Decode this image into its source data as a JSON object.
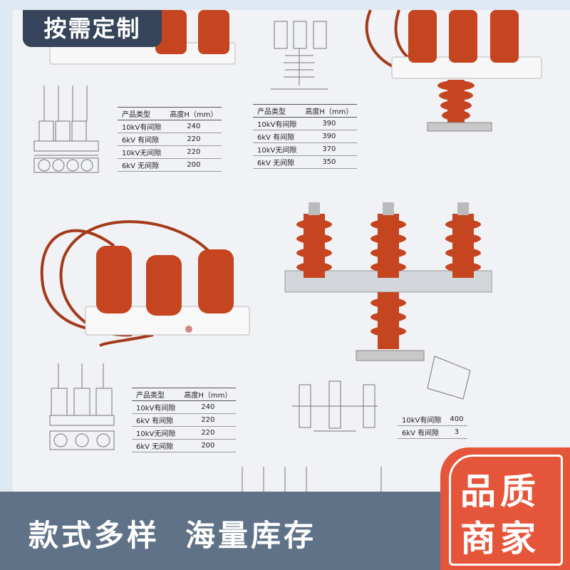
{
  "banner": {
    "top_tag": "按需定制"
  },
  "tables": [
    {
      "headers": [
        "产品类型",
        "高度H（mm）"
      ],
      "rows": [
        [
          "10kV有间隙",
          "240"
        ],
        [
          "6kV 有间隙",
          "220"
        ],
        [
          "10kV无间隙",
          "220"
        ],
        [
          "6kV 无间隙",
          "200"
        ]
      ]
    },
    {
      "headers": [
        "产品类型",
        "高度H（mm）"
      ],
      "rows": [
        [
          "10kV有间隙",
          "390"
        ],
        [
          "6kV 有间隙",
          "390"
        ],
        [
          "10kV无间隙",
          "370"
        ],
        [
          "6kV 无间隙",
          "350"
        ]
      ]
    },
    {
      "headers": [
        "产品类型",
        "高度H（mm）"
      ],
      "rows": [
        [
          "10kV有间隙",
          "240"
        ],
        [
          "6kV 有间隙",
          "220"
        ],
        [
          "10kV无间隙",
          "220"
        ],
        [
          "6kV 无间隙",
          "200"
        ]
      ]
    },
    {
      "headers": [],
      "rows": [
        [
          "10kV有间隙",
          "400"
        ],
        [
          "6kV 有间隙",
          "3"
        ]
      ]
    }
  ],
  "footer": {
    "slogan_1": "款式多样",
    "slogan_2": "海量库存"
  },
  "badge": {
    "line_1": "品质",
    "line_2": "商家"
  },
  "colors": {
    "insulator": "#c4451f",
    "tag_bg": "#35445a",
    "footer_bg": "#5f7287",
    "badge_bg": "#e4553a"
  }
}
